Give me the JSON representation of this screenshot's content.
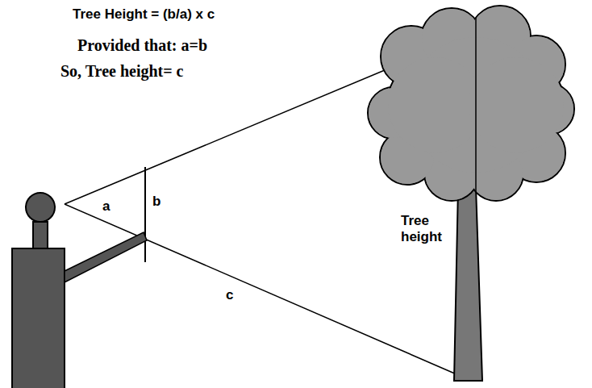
{
  "diagram": {
    "labels": [
      "Tree Height = (b/a) x c",
      "Provided that: a=b",
      "So, Tree height= c",
      "a",
      "b",
      "c",
      "Tree height"
    ]
  }
}
